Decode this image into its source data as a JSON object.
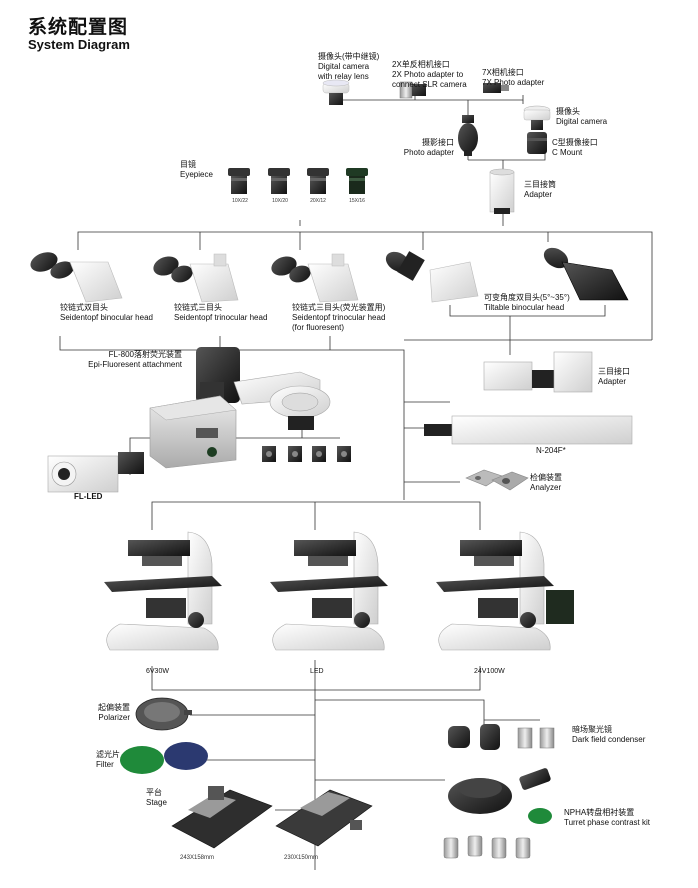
{
  "header": {
    "title_cn": "系统配置图",
    "title_en": "System Diagram"
  },
  "components": {
    "digital_camera_relay": {
      "cn": "摄像头(带中继镜)",
      "en1": "Digital camera",
      "en2": "with relay lens"
    },
    "photo_2x": {
      "cn": "2X单反相机接口",
      "en1": "2X Photo adapter to",
      "en2": "connect SLR camera"
    },
    "photo_7x": {
      "cn": "7X相机接口",
      "en1": "7X Photo adapter"
    },
    "digital_camera": {
      "cn": "摄像头",
      "en1": "Digital camera"
    },
    "photo_adapter": {
      "cn": "摄影接口",
      "en1": "Photo adapter"
    },
    "c_mount": {
      "cn": "C型摄像接口",
      "en1": "C Mount"
    },
    "trinocular_adapter": {
      "cn": "三目接筒",
      "en1": "Adapter"
    },
    "eyepiece": {
      "cn": "目镜",
      "en1": "Eyepiece",
      "sizes": [
        "10X/22",
        "10X/20",
        "20X/12",
        "15X/16"
      ]
    },
    "binocular": {
      "cn": "铰链式双目头",
      "en1": "Seidentopf binocular head"
    },
    "trinocular": {
      "cn": "铰链式三目头",
      "en1": "Seidentopf trinocular head"
    },
    "trinocular_fl": {
      "cn": "铰链式三目头(荧光装置用)",
      "en1": "Seidentopf trinocular head",
      "en2": "(for fluoresent)"
    },
    "tiltable": {
      "cn": "可变角度双目头(5°~35°)",
      "en1": "Tiltable binocular head"
    },
    "fl800": {
      "cn": "FL-800落射荧光装置",
      "en1": "Epi-Fluoresent attachment"
    },
    "trinocular_port": {
      "cn": "三目接口",
      "en1": "Adapter"
    },
    "n204f": {
      "label": "N-204F*"
    },
    "fl_led": {
      "label": "FL-LED"
    },
    "analyzer": {
      "cn": "检偏装置",
      "en1": "Analyzer"
    },
    "microscopes": [
      "6V30W",
      "LED",
      "24V100W"
    ],
    "polarizer": {
      "cn": "起偏装置",
      "en1": "Polarizer"
    },
    "filter": {
      "cn": "滤光片",
      "en1": "Filter"
    },
    "dark_field": {
      "cn": "暗场聚光镜",
      "en1": "Dark field condenser"
    },
    "stage": {
      "cn": "平台",
      "en1": "Stage",
      "sizes": [
        "243X158mm",
        "230X150mm"
      ]
    },
    "phase": {
      "cn": "NPHA转盘相衬装置",
      "en1": "Turret phase contrast kit"
    }
  }
}
